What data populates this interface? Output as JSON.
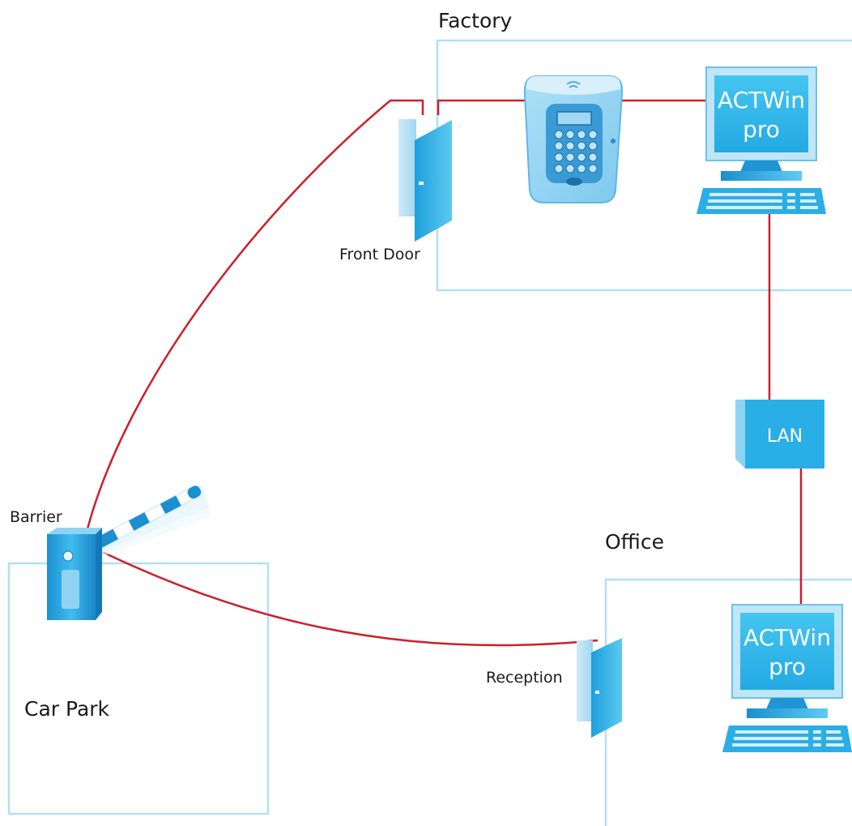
{
  "areas": {
    "factory": "Factory",
    "office": "Office",
    "car_park": "Car Park"
  },
  "devices": {
    "front_door": "Front Door",
    "reception": "Reception",
    "barrier": "Barrier",
    "lan": "LAN",
    "computer_top": {
      "line1": "ACTWin",
      "line2": "pro"
    },
    "computer_bottom": {
      "line1": "ACTWin",
      "line2": "pro"
    }
  },
  "colors": {
    "wire": "#cc1f2b",
    "zone_border": "#b3dff3",
    "device_blue": "#29b6e8",
    "device_dark": "#0f7fbd",
    "device_light": "#bfe6f6"
  }
}
